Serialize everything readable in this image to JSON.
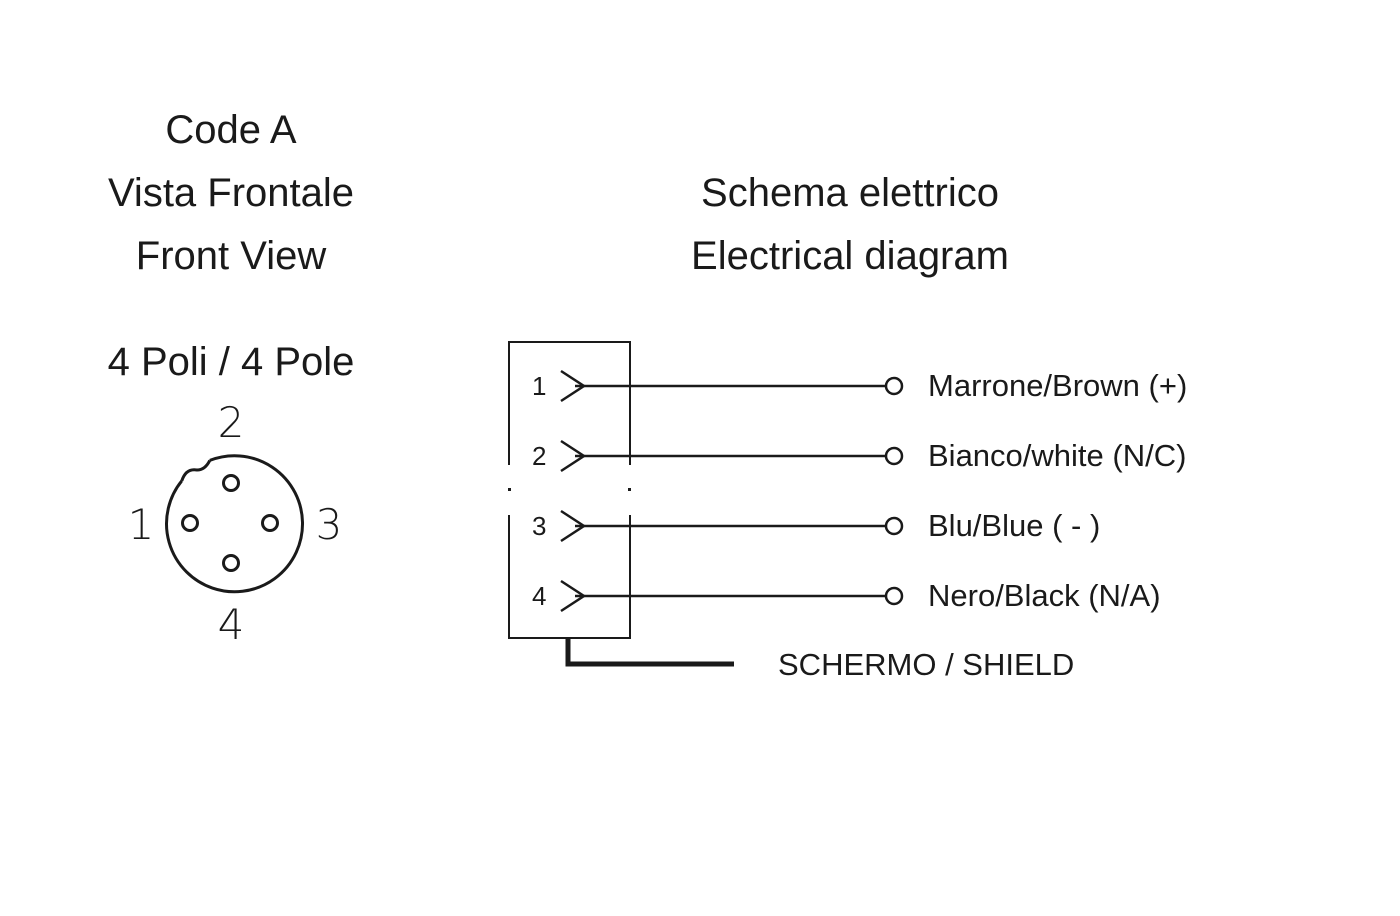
{
  "front_view": {
    "code": "Code A",
    "title_it": "Vista Frontale",
    "title_en": "Front View",
    "poles": "4 Poli / 4 Pole",
    "pins": {
      "top": "2",
      "left": "1",
      "right": "3",
      "bottom": "4"
    }
  },
  "electrical": {
    "title_it": "Schema elettrico",
    "title_en": "Electrical diagram",
    "wires": [
      {
        "pin": "1",
        "label": "Marrone/Brown (+)"
      },
      {
        "pin": "2",
        "label": "Bianco/white (N/C)"
      },
      {
        "pin": "3",
        "label": "Blu/Blue ( - )"
      },
      {
        "pin": "4",
        "label": "Nero/Black (N/A)"
      }
    ],
    "shield": "SCHERMO / SHIELD"
  },
  "colors": {
    "line": "#1a1a1a",
    "background": "#ffffff"
  }
}
